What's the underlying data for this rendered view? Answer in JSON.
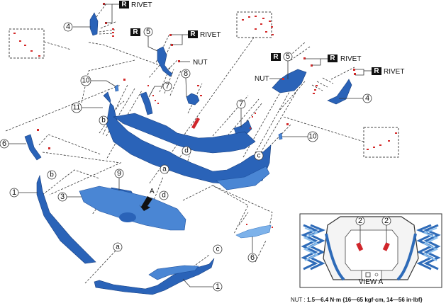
{
  "diagram": {
    "title": "Front bumper exploded view",
    "callouts": [
      {
        "id": "1",
        "label": "1"
      },
      {
        "id": "1b",
        "label": "1"
      },
      {
        "id": "2a",
        "label": "2"
      },
      {
        "id": "2b",
        "label": "2"
      },
      {
        "id": "3",
        "label": "3"
      },
      {
        "id": "4",
        "label": "4"
      },
      {
        "id": "4b",
        "label": "4"
      },
      {
        "id": "5",
        "label": "5"
      },
      {
        "id": "5b",
        "label": "5"
      },
      {
        "id": "6",
        "label": "6"
      },
      {
        "id": "6b",
        "label": "6"
      },
      {
        "id": "7",
        "label": "7"
      },
      {
        "id": "7b",
        "label": "7"
      },
      {
        "id": "8",
        "label": "8"
      },
      {
        "id": "9",
        "label": "9"
      },
      {
        "id": "10",
        "label": "10"
      },
      {
        "id": "10b",
        "label": "10"
      },
      {
        "id": "11",
        "label": "11"
      }
    ],
    "letters": {
      "a1": "a",
      "a2": "a",
      "b1": "b",
      "b2": "b",
      "c1": "c",
      "c2": "c",
      "d1": "d",
      "d2": "d"
    },
    "labels": {
      "rivet": "RIVET",
      "nut": "NUT",
      "replace": "R",
      "view_arrow": "A",
      "view_a": "VIEW A"
    },
    "torque": {
      "prefix": "NUT : ",
      "value": "1.5—6.4 N·m {16—65 kgf·cm, 14—56 in·lbf}"
    },
    "colors": {
      "part": "#2a63b8",
      "fastener": "#d42a2a"
    }
  }
}
